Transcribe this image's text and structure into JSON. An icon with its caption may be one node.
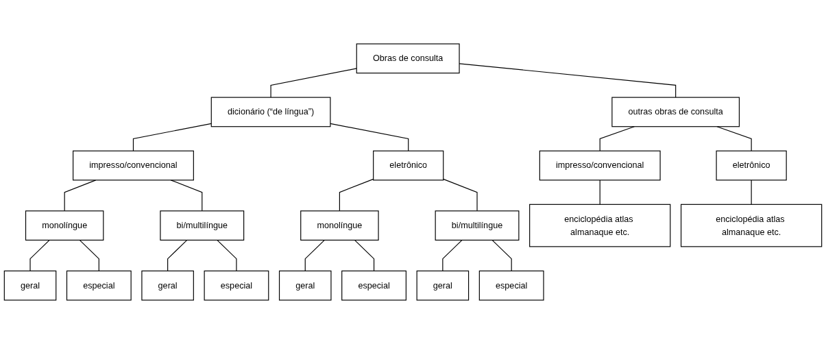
{
  "diagram": {
    "nodes": [
      {
        "text": [
          "Obras de consulta"
        ]
      },
      {
        "text": [
          "dicionário (“de língua”)"
        ]
      },
      {
        "text": [
          "outras obras de consulta"
        ]
      },
      {
        "text": [
          "impresso/convencional"
        ]
      },
      {
        "text": [
          "eletrônico"
        ]
      },
      {
        "text": [
          "impresso/convencional"
        ]
      },
      {
        "text": [
          "eletrônico"
        ]
      },
      {
        "text": [
          "monolíngue"
        ]
      },
      {
        "text": [
          "bi/multilíngue"
        ]
      },
      {
        "text": [
          "monolíngue"
        ]
      },
      {
        "text": [
          "bi/multilíngue"
        ]
      },
      {
        "text": [
          "enciclopédia atlas almanaque etc."
        ]
      },
      {
        "text": [
          "enciclopédia atlas almanaque etc."
        ]
      },
      {
        "text": [
          "geral"
        ]
      },
      {
        "text": [
          "especial"
        ]
      },
      {
        "text": [
          "geral"
        ]
      },
      {
        "text": [
          "especial"
        ]
      },
      {
        "text": [
          "geral"
        ]
      },
      {
        "text": [
          "especial"
        ]
      },
      {
        "text": [
          "geral"
        ]
      },
      {
        "text": [
          "especial"
        ]
      }
    ],
    "edges": [
      {
        "from": 0,
        "to": 1,
        "arrow": "none"
      },
      {
        "from": 0,
        "to": 2,
        "arrow": "none"
      },
      {
        "from": 1,
        "to": 3,
        "arrow": "none"
      },
      {
        "from": 1,
        "to": 4,
        "arrow": "none"
      },
      {
        "from": 2,
        "to": 5,
        "arrow": "none"
      },
      {
        "from": 2,
        "to": 6,
        "arrow": "none"
      },
      {
        "from": 3,
        "to": 7,
        "arrow": "none"
      },
      {
        "from": 3,
        "to": 8,
        "arrow": "none"
      },
      {
        "from": 4,
        "to": 9,
        "arrow": "none"
      },
      {
        "from": 4,
        "to": 10,
        "arrow": "none"
      },
      {
        "from": 5,
        "to": 11,
        "arrow": "none"
      },
      {
        "from": 6,
        "to": 12,
        "arrow": "none"
      },
      {
        "from": 7,
        "to": 13,
        "arrow": "none"
      },
      {
        "from": 7,
        "to": 14,
        "arrow": "none"
      },
      {
        "from": 8,
        "to": 15,
        "arrow": "none"
      },
      {
        "from": 8,
        "to": 16,
        "arrow": "none"
      },
      {
        "from": 9,
        "to": 17,
        "arrow": "none"
      },
      {
        "from": 9,
        "to": 18,
        "arrow": "none"
      },
      {
        "from": 10,
        "to": 19,
        "arrow": "none"
      },
      {
        "from": 10,
        "to": 20,
        "arrow": "none"
      }
    ]
  }
}
